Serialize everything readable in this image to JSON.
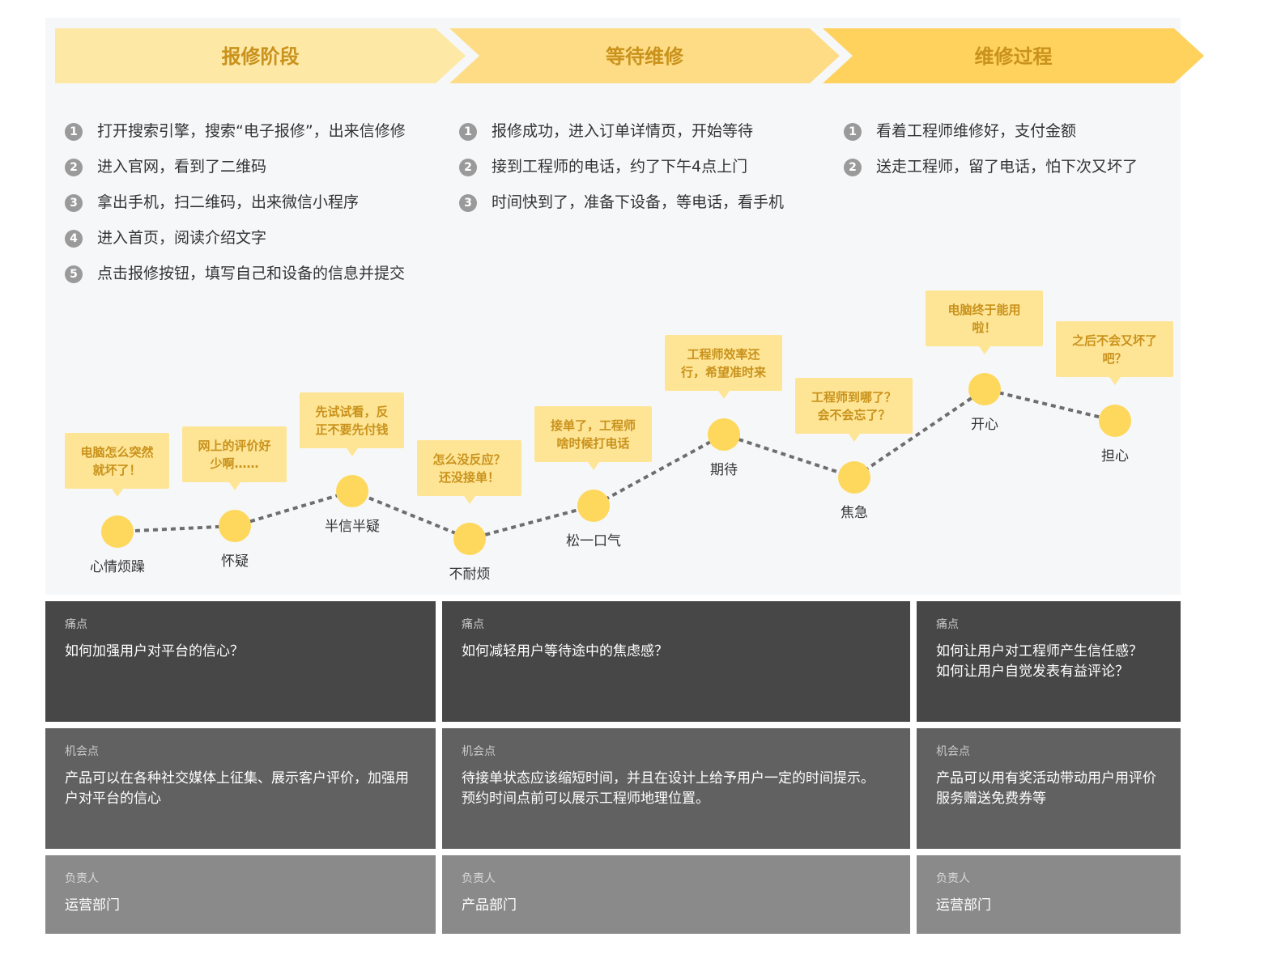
{
  "stages": [
    {
      "title": "报修阶段",
      "color": "#fde8a6",
      "steps": [
        "打开搜索引擎，搜索“电子报修”，出来信修修",
        "进入官网，看到了二维码",
        "拿出手机，扫二维码，出来微信小程序",
        "进入首页，阅读介绍文字",
        "点击报修按钮，填写自己和设备的信息并提交"
      ]
    },
    {
      "title": "等待维修",
      "color": "#fedc86",
      "steps": [
        "报修成功，进入订单详情页，开始等待",
        "接到工程师的电话，约了下午4点上门",
        "时间快到了，准备下设备，等电话，看手机"
      ]
    },
    {
      "title": "维修过程",
      "color": "#fed25c",
      "steps": [
        "看着工程师维修好，支付金额",
        "送走工程师，留了电话，怕下次又坏了"
      ]
    }
  ],
  "step_numbers": [
    "1",
    "2",
    "3",
    "4",
    "5"
  ],
  "moods": [
    {
      "label": "心情烦躁",
      "thought": "电脑怎么突然\n就坏了！"
    },
    {
      "label": "怀疑",
      "thought": "网上的评价好\n少啊……"
    },
    {
      "label": "半信半疑",
      "thought": "先试试看，反\n正不要先付钱"
    },
    {
      "label": "不耐烦",
      "thought": "怎么没反应？\n还没接单！"
    },
    {
      "label": "松一口气",
      "thought": "接单了，工程师\n啥时候打电话"
    },
    {
      "label": "期待",
      "thought": "工程师效率还\n行，希望准时来"
    },
    {
      "label": "焦急",
      "thought": "工程师到哪了？\n会不会忘了？"
    },
    {
      "label": "开心",
      "thought": "电脑终于能用\n啦！"
    },
    {
      "label": "担心",
      "thought": "之后不会又坏了\n吧？"
    }
  ],
  "colors": {
    "mood_dot": "#fed85c",
    "bubble_bg": "#fee596",
    "bubble_text": "#c9921c",
    "title_text": "#c9921c"
  },
  "rows": {
    "pain": {
      "caption": "痛点",
      "cells": [
        "如何加强用户对平台的信心？",
        "如何减轻用户等待途中的焦虑感？",
        "如何让用户对工程师产生信任感？\n如何让用户自觉发表有益评论？"
      ]
    },
    "opportunity": {
      "caption": "机会点",
      "cells": [
        "产品可以在各种社交媒体上征集、展示客户评价，加强用户对平台的信心",
        "待接单状态应该缩短时间，并且在设计上给予用户一定的时间提示。\n预约时间点前可以展示工程师地理位置。",
        "产品可以用有奖活动带动用户用评价服务赠送免费券等"
      ]
    },
    "owner": {
      "caption": "负责人",
      "cells": [
        "运营部门",
        "产品部门",
        "运营部门"
      ]
    }
  }
}
